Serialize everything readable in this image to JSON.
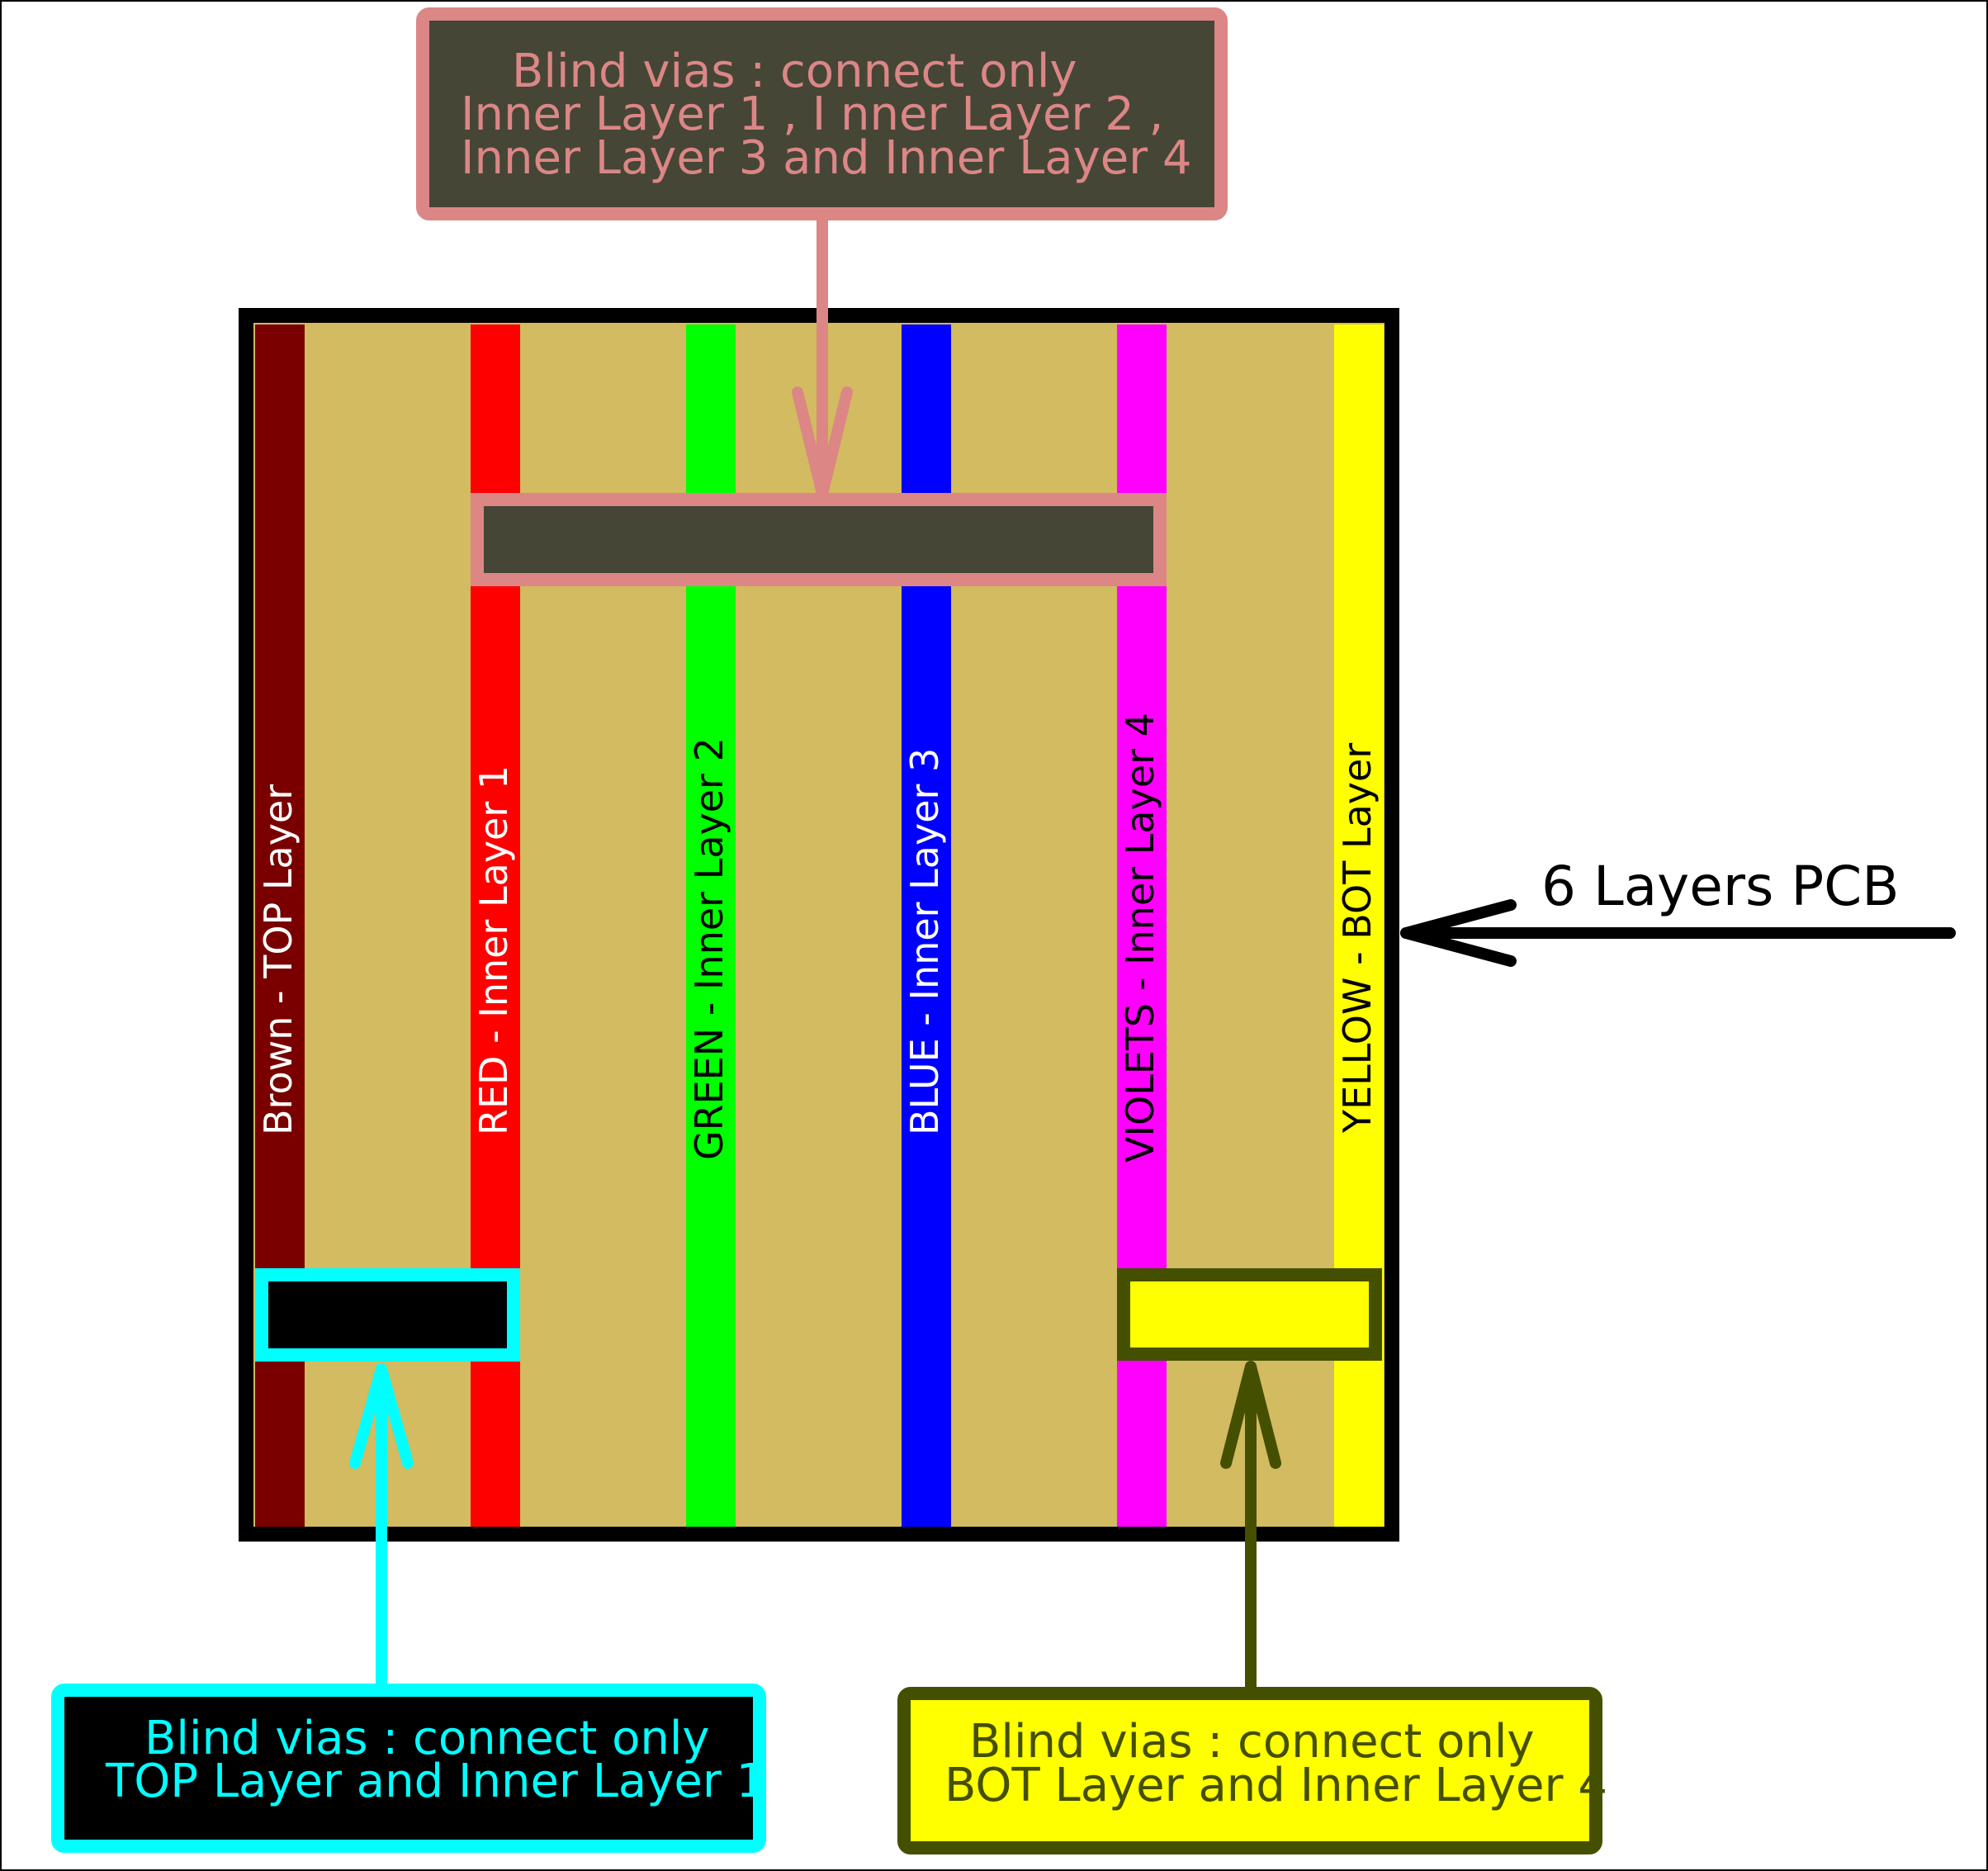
{
  "diagram": {
    "pcb_label": "6 Layers PCB",
    "layers": [
      {
        "name": "Brown - TOP Layer",
        "color": "#7a0000",
        "text_color": "#ffffff"
      },
      {
        "name": "RED - Inner Layer 1",
        "color": "#ff0000",
        "text_color": "#ffffff"
      },
      {
        "name": "GREEN - Inner Layer 2",
        "color": "#00ff00",
        "text_color": "#000000"
      },
      {
        "name": "BLUE - Inner Layer 3",
        "color": "#0000ff",
        "text_color": "#ffffff"
      },
      {
        "name": "VIOLETS - Inner Layer 4",
        "color": "#ff00ff",
        "text_color": "#000000"
      },
      {
        "name": "YELLOW - BOT Layer",
        "color": "#ffff00",
        "text_color": "#000000"
      }
    ],
    "board_color": "#d2bb60",
    "callouts": {
      "inner": {
        "lines": [
          "Blind vias : connect only",
          "Inner Layer 1 , I nner Layer 2  ,",
          "Inner Layer 3  and Inner Layer 4"
        ],
        "border_color": "#dc8686",
        "fill_color": "#454636",
        "text_color": "#dc8686"
      },
      "top": {
        "lines": [
          "Blind vias  :  connect only",
          "TOP Layer and Inner Layer 1"
        ],
        "border_color": "#00ffff",
        "fill_color": "#000000",
        "text_color": "#00ffff"
      },
      "bottom": {
        "lines": [
          "Blind vias  : connect only",
          "BOT Layer and Inner Layer 4"
        ],
        "border_color": "#454f00",
        "fill_color": "#ffff00",
        "text_color": "#454f00"
      }
    }
  }
}
